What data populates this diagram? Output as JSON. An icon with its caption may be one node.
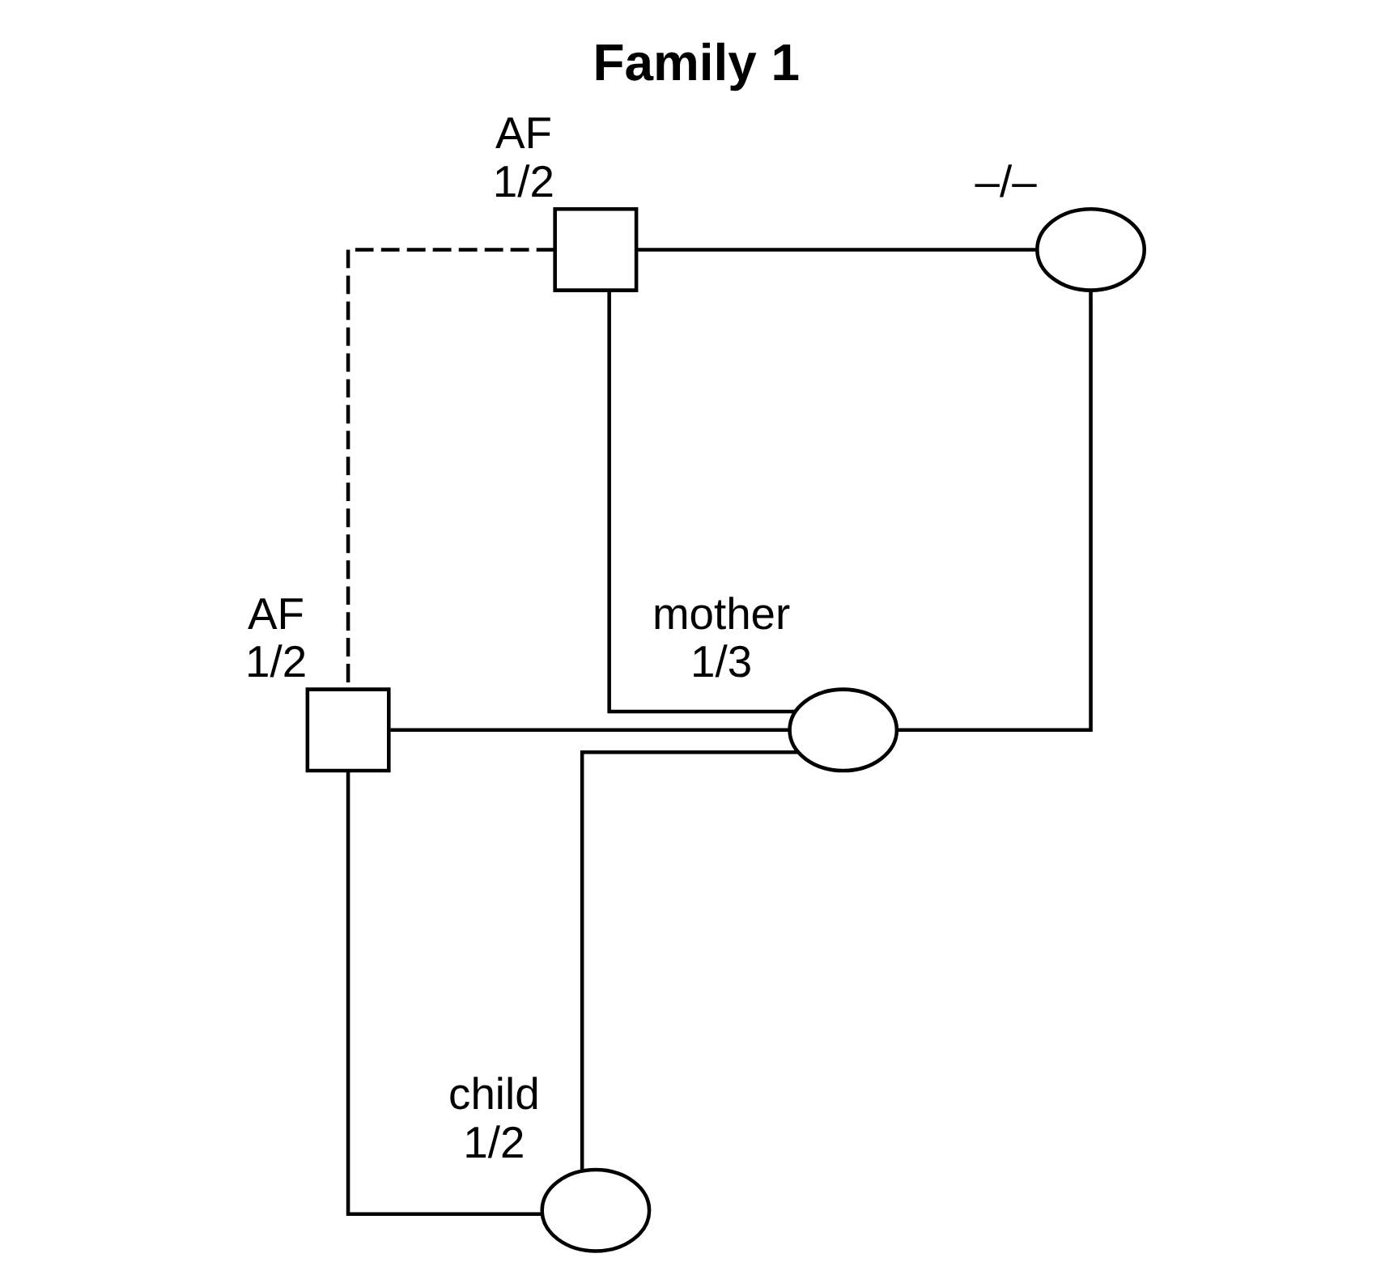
{
  "diagram": {
    "title": "Family 1",
    "nodes": [
      {
        "text": [],
        "shape": "box",
        "beside": [
          "AF",
          "1/2"
        ]
      },
      {
        "text": [],
        "shape": "circle",
        "beside": [
          "–/–"
        ]
      },
      {
        "text": [],
        "shape": "box",
        "beside": [
          "AF",
          "1/2"
        ]
      },
      {
        "text": [],
        "shape": "circle",
        "beside": [
          "mother",
          "1/3"
        ]
      },
      {
        "text": [],
        "shape": "circle",
        "beside": [
          "child",
          "1/2"
        ]
      }
    ],
    "edges": [
      {
        "from": 0,
        "to": 1,
        "arrow": "none"
      },
      {
        "from": 0,
        "to": 3,
        "arrow": "none"
      },
      {
        "from": 1,
        "to": 3,
        "arrow": "none"
      },
      {
        "from": 2,
        "to": 3,
        "arrow": "none"
      },
      {
        "from": 2,
        "to": 4,
        "arrow": "none"
      },
      {
        "from": 3,
        "to": 4,
        "arrow": "none"
      },
      {
        "from": 0,
        "to": 2,
        "arrow": "none",
        "style": "dashed"
      }
    ]
  }
}
